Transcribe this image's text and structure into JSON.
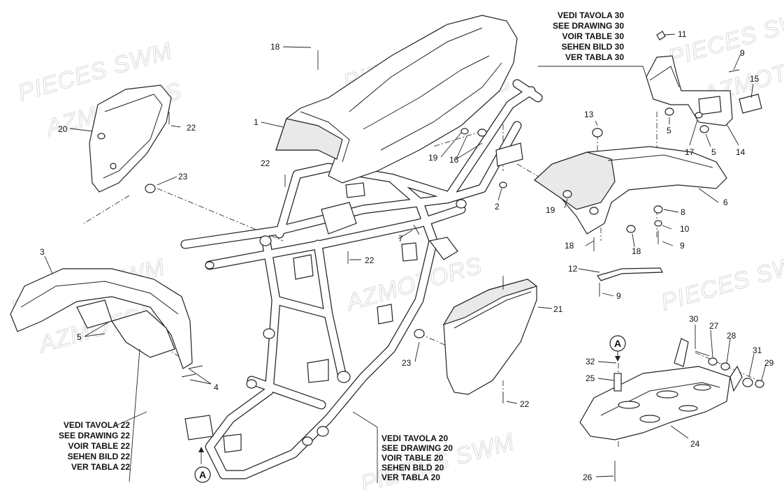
{
  "watermarks": [
    {
      "text": "PIECES SWM"
    },
    {
      "text": "AZMOTORS"
    },
    {
      "text": "PIECES SWM"
    },
    {
      "text": "AZMOTORS"
    },
    {
      "text": "PIECES SWM"
    },
    {
      "text": "AZMOTORS"
    },
    {
      "text": "PIECES SWM"
    },
    {
      "text": "AZMOT"
    },
    {
      "text": "PIECES SWM"
    },
    {
      "text": "AZMOTORS"
    },
    {
      "text": "PIECES SWM"
    }
  ],
  "references": {
    "drawing30": [
      "VEDI TAVOLA 30",
      "SEE DRAWING 30",
      "VOIR TABLE 30",
      "SEHEN BILD 30",
      "VER TABLA 30"
    ],
    "drawing22": [
      "VEDI TAVOLA 22",
      "SEE DRAWING 22",
      "VOIR TABLE 22",
      "SEHEN BILD 22",
      "VER TABLA 22"
    ],
    "drawing20": [
      "VEDI TAVOLA 20",
      "SEE DRAWING 20",
      "VOIR TABLE 20",
      "SEHEN BILD 20",
      "VER TABLA 20"
    ]
  },
  "detail_marker": "A",
  "part_labels": [
    {
      "id": "p1",
      "text": "1"
    },
    {
      "id": "p2",
      "text": "2"
    },
    {
      "id": "p3",
      "text": "3"
    },
    {
      "id": "p4",
      "text": "4"
    },
    {
      "id": "p5a",
      "text": "5"
    },
    {
      "id": "p5b",
      "text": "5"
    },
    {
      "id": "p5c",
      "text": "5"
    },
    {
      "id": "p6",
      "text": "6"
    },
    {
      "id": "p7",
      "text": "7"
    },
    {
      "id": "p8",
      "text": "8"
    },
    {
      "id": "p9a",
      "text": "9"
    },
    {
      "id": "p9b",
      "text": "9"
    },
    {
      "id": "p9c",
      "text": "9"
    },
    {
      "id": "p10",
      "text": "10"
    },
    {
      "id": "p11",
      "text": "11"
    },
    {
      "id": "p12",
      "text": "12"
    },
    {
      "id": "p13",
      "text": "13"
    },
    {
      "id": "p14",
      "text": "14"
    },
    {
      "id": "p15",
      "text": "15"
    },
    {
      "id": "p16",
      "text": "16"
    },
    {
      "id": "p17",
      "text": "17"
    },
    {
      "id": "p18a",
      "text": "18"
    },
    {
      "id": "p18b",
      "text": "18"
    },
    {
      "id": "p18c",
      "text": "18"
    },
    {
      "id": "p19a",
      "text": "19"
    },
    {
      "id": "p19b",
      "text": "19"
    },
    {
      "id": "p20",
      "text": "20"
    },
    {
      "id": "p21",
      "text": "21"
    },
    {
      "id": "p22a",
      "text": "22"
    },
    {
      "id": "p22b",
      "text": "22"
    },
    {
      "id": "p22c",
      "text": "22"
    },
    {
      "id": "p22d",
      "text": "22"
    },
    {
      "id": "p23a",
      "text": "23"
    },
    {
      "id": "p23b",
      "text": "23"
    },
    {
      "id": "p24",
      "text": "24"
    },
    {
      "id": "p25",
      "text": "25"
    },
    {
      "id": "p26",
      "text": "26"
    },
    {
      "id": "p27",
      "text": "27"
    },
    {
      "id": "p28",
      "text": "28"
    },
    {
      "id": "p29",
      "text": "29"
    },
    {
      "id": "p30",
      "text": "30"
    },
    {
      "id": "p31",
      "text": "31"
    },
    {
      "id": "p32",
      "text": "32"
    }
  ]
}
